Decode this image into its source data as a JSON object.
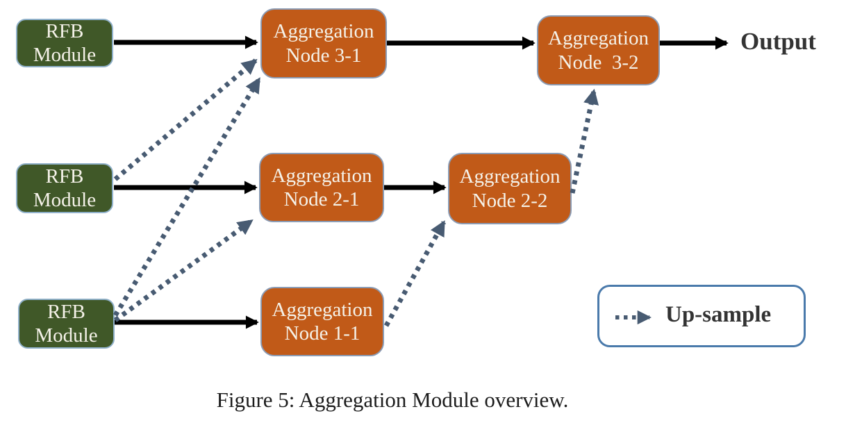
{
  "figure": {
    "caption": "Figure 5: Aggregation Module overview.",
    "output_label": "Output"
  },
  "legend": {
    "label": "Up-sample",
    "arrow_style": "dotted"
  },
  "nodes": {
    "rfb_top": {
      "line1": "RFB",
      "line2": "Module"
    },
    "rfb_mid": {
      "line1": "RFB",
      "line2": "Module"
    },
    "rfb_bot": {
      "line1": "RFB",
      "line2": "Module"
    },
    "agg_31": {
      "line1": "Aggregation",
      "line2": "Node 3-1"
    },
    "agg_21": {
      "line1": "Aggregation",
      "line2": "Node 2-1"
    },
    "agg_11": {
      "line1": "Aggregation",
      "line2": "Node 1-1"
    },
    "agg_22": {
      "line1": "Aggregation",
      "line2": "Node 2-2"
    },
    "agg_32": {
      "line1": "Aggregation",
      "line2": "Node  3-2"
    }
  },
  "edges": [
    {
      "from": "rfb-module-top",
      "to": "aggregation-node-3-1",
      "type": "solid"
    },
    {
      "from": "aggregation-node-3-1",
      "to": "aggregation-node-3-2",
      "type": "solid"
    },
    {
      "from": "aggregation-node-3-2",
      "to": "output",
      "type": "solid"
    },
    {
      "from": "rfb-module-middle",
      "to": "aggregation-node-2-1",
      "type": "solid"
    },
    {
      "from": "aggregation-node-2-1",
      "to": "aggregation-node-2-2",
      "type": "solid"
    },
    {
      "from": "rfb-module-bottom",
      "to": "aggregation-node-1-1",
      "type": "solid"
    },
    {
      "from": "rfb-module-middle",
      "to": "aggregation-node-3-1",
      "type": "up-sample"
    },
    {
      "from": "rfb-module-bottom",
      "to": "aggregation-node-3-1",
      "type": "up-sample"
    },
    {
      "from": "rfb-module-bottom",
      "to": "aggregation-node-2-1",
      "type": "up-sample"
    },
    {
      "from": "aggregation-node-1-1",
      "to": "aggregation-node-2-2",
      "type": "up-sample"
    },
    {
      "from": "aggregation-node-2-2",
      "to": "aggregation-node-3-2",
      "type": "up-sample"
    }
  ],
  "colors": {
    "rfb_fill": "#405828",
    "rfb_border": "#8fb0c9",
    "agg_fill": "#c15a18",
    "agg_border": "#8b9cb5",
    "node_text": "#f5f2e9",
    "solid_arrow": "#000000",
    "upsample_arrow": "#485b72",
    "legend_border": "#4a7aab",
    "text_dark": "#333333"
  }
}
